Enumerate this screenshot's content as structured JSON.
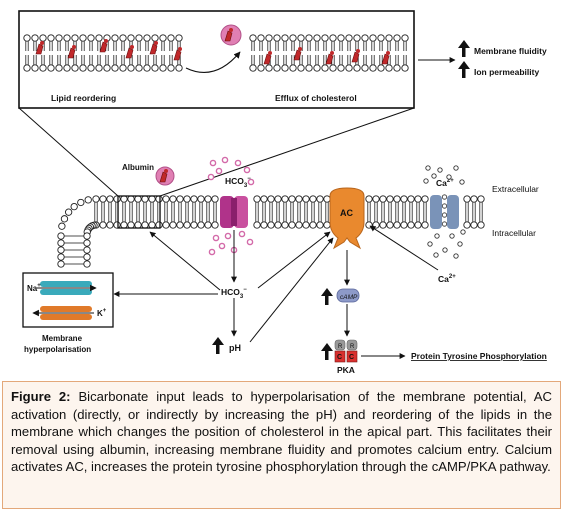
{
  "labels": {
    "lipid_reordering": "Lipid reordering",
    "efflux": "Efflux of cholesterol",
    "membrane_fluidity": "Membrane fluidity",
    "ion_permeability": "Ion permeability",
    "albumin": "Albumin",
    "hco3_top": "HCO",
    "hco3_top_sub": "3",
    "hco3_top_sup": "−",
    "hco3_mid": "HCO",
    "hco3_mid_sub": "3",
    "hco3_mid_sup": "−",
    "ac": "AC",
    "camp": "cAMP",
    "ph": "pH",
    "ca_top": "Ca",
    "ca_top_sup": "2+",
    "ca_bottom": "Ca",
    "ca_bottom_sup": "2+",
    "extracellular": "Extracellular",
    "intracellular": "Intracellular",
    "na": "Na",
    "na_sup": "+",
    "k": "K",
    "k_sup": "+",
    "membrane_hyper_1": "Membrane",
    "membrane_hyper_2": "hyperpolarisation",
    "pka": "PKA",
    "pka_r": "R",
    "pka_c": "C",
    "protein_tyr": "Protein Tyrosine Phosphorylation"
  },
  "caption": {
    "label": "Figure 2:",
    "text": " Bicarbonate input leads to hyperpolarisation of the membrane potential, AC activation (directly, or indirectly by increasing the pH) and reordering of the lipids in the membrane which changes the position of cholesterol in the apical part. This facilitates their removal using albumin, increasing membrane fluidity and promotes calcium entry. Calcium activates AC, increases the protein tyrosine phosphorylation through the cAMP/PKA pathway."
  },
  "colors": {
    "albumin": "#e07fb3",
    "hco3_channel": "#b0338a",
    "ac": "#e9892e",
    "ca_channel": "#7a93b8",
    "pka_c": "#d9302f",
    "pka_r": "#999999",
    "na_channel": "#3aaabb",
    "k_channel": "#e07a2a",
    "cholesterol": "#c0282a",
    "caption_border": "#e3a87a",
    "caption_bg": "#fdf5ee"
  }
}
